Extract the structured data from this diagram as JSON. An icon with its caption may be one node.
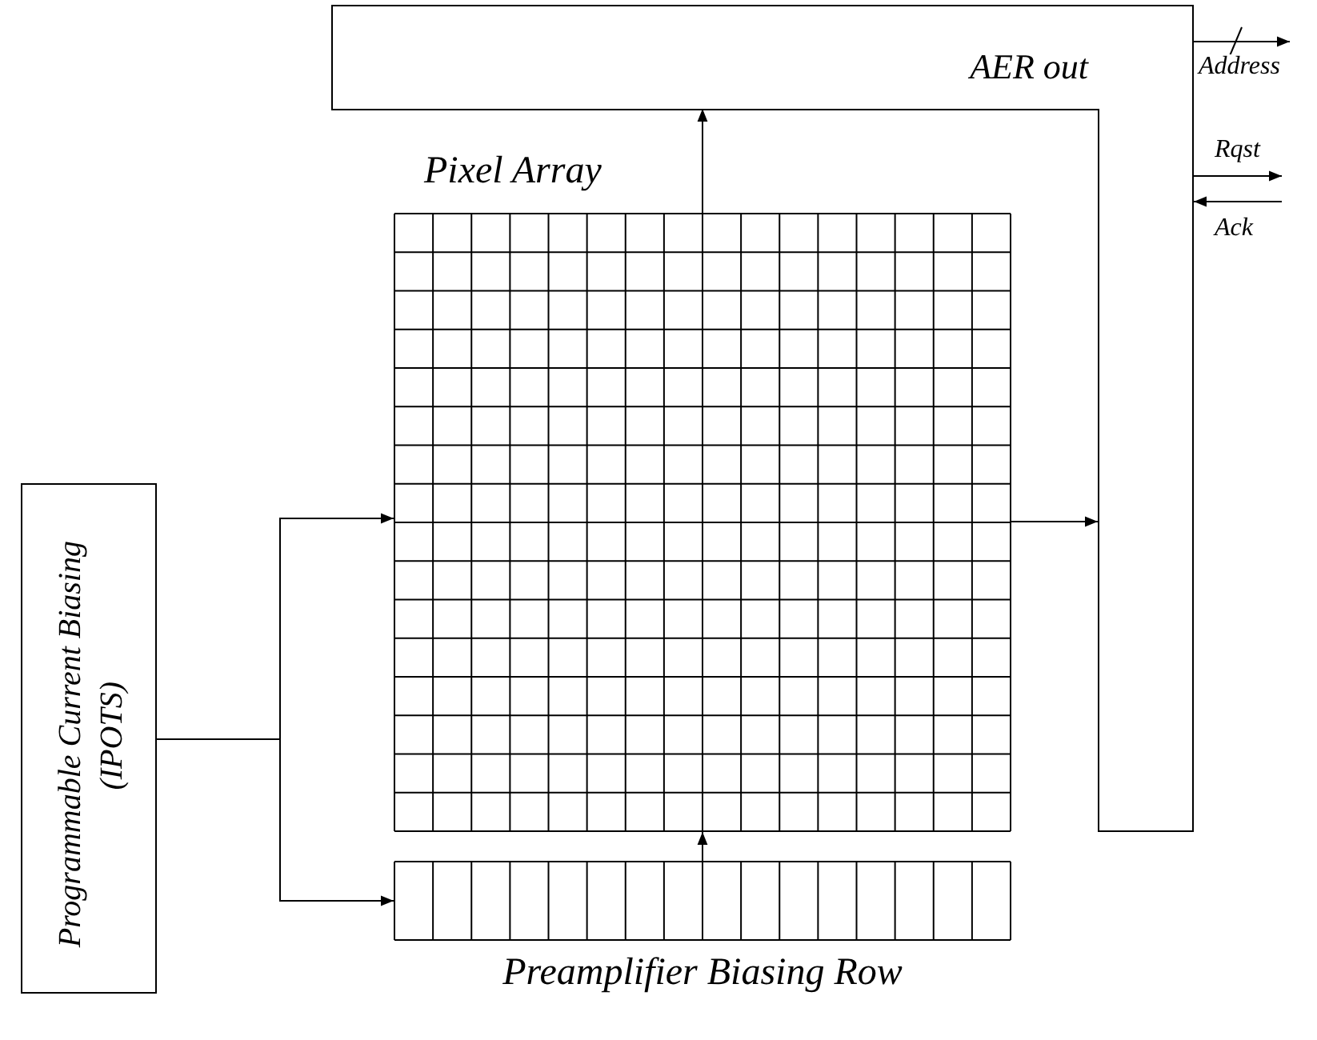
{
  "diagram": {
    "nodes": [
      {
        "text": [
          "AER out"
        ]
      },
      {
        "text": [
          "Pixel Array"
        ]
      },
      {
        "text": [
          "Programmable Current Biasing",
          "(IPOTS)"
        ]
      },
      {
        "text": [
          "Preamplifier Biasing Row"
        ]
      }
    ],
    "edges": [
      {
        "from": 2,
        "to": 1,
        "arrow": "to"
      },
      {
        "from": 2,
        "to": 3,
        "arrow": "to"
      },
      {
        "from": 3,
        "to": 1,
        "arrow": "to"
      },
      {
        "from": 1,
        "to": 0,
        "arrow": "to"
      },
      {
        "from": 1,
        "to": 0,
        "arrow": "to"
      },
      {
        "from": 0,
        "to": null,
        "arrow": "to",
        "label": "Address"
      },
      {
        "from": 0,
        "to": null,
        "arrow": "to",
        "label": "Rqst"
      },
      {
        "from": null,
        "to": 0,
        "arrow": "to",
        "label": "Ack"
      }
    ]
  }
}
